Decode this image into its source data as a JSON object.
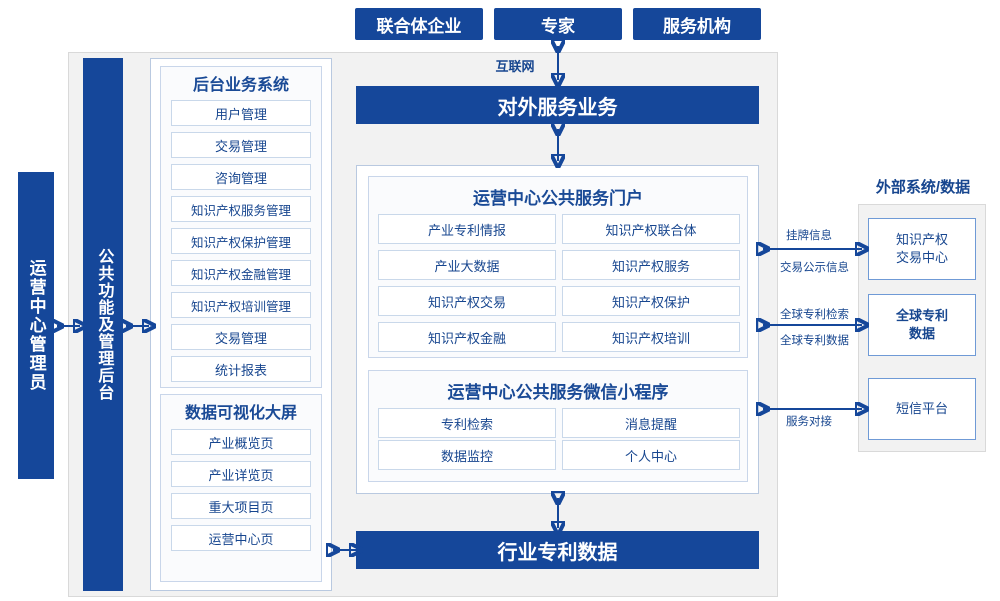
{
  "top_entities": [
    {
      "label": "联合体企业"
    },
    {
      "label": "专家"
    },
    {
      "label": "服务机构"
    }
  ],
  "network_label": "互联网",
  "external_service_bar": "对外服务业务",
  "industry_data_bar": "行业专利数据",
  "left_roles": {
    "manager": "运营中心管理员",
    "common_admin": "公共功能及管理后台"
  },
  "backend_system": {
    "title": "后台业务系统",
    "items": [
      "用户管理",
      "交易管理",
      "咨询管理",
      "知识产权服务管理",
      "知识产权保护管理",
      "知识产权金融管理",
      "知识产权培训管理",
      "交易管理",
      "统计报表"
    ]
  },
  "data_visual": {
    "title": "数据可视化大屏",
    "items": [
      "产业概览页",
      "产业详览页",
      "重大项目页",
      "运营中心页"
    ]
  },
  "portal": {
    "title": "运营中心公共服务门户",
    "items": [
      "产业专利情报",
      "知识产权联合体",
      "产业大数据",
      "知识产权服务",
      "知识产权交易",
      "知识产权保护",
      "知识产权金融",
      "知识产权培训"
    ]
  },
  "miniprogram": {
    "title": "运营中心公共服务微信小程序",
    "items": [
      "专利检索",
      "消息提醒",
      "数据监控",
      "个人中心"
    ]
  },
  "external": {
    "title": "外部系统/数据",
    "items": [
      {
        "name": "知识产权\n交易中心",
        "line1": "知识产权",
        "line2": "交易中心"
      },
      {
        "name": "全球专利数据",
        "line1": "全球专利",
        "line2": "数据"
      },
      {
        "name": "短信平台",
        "line1": "短信平台",
        "line2": ""
      }
    ],
    "connector_labels": [
      "挂牌信息",
      "交易公示信息",
      "全球专利检索",
      "全球专利数据",
      "服务对接"
    ]
  },
  "colors": {
    "brand_blue": "#15479a",
    "panel_grey": "#f2f2f2",
    "cell_border": "#c9d8ea"
  }
}
